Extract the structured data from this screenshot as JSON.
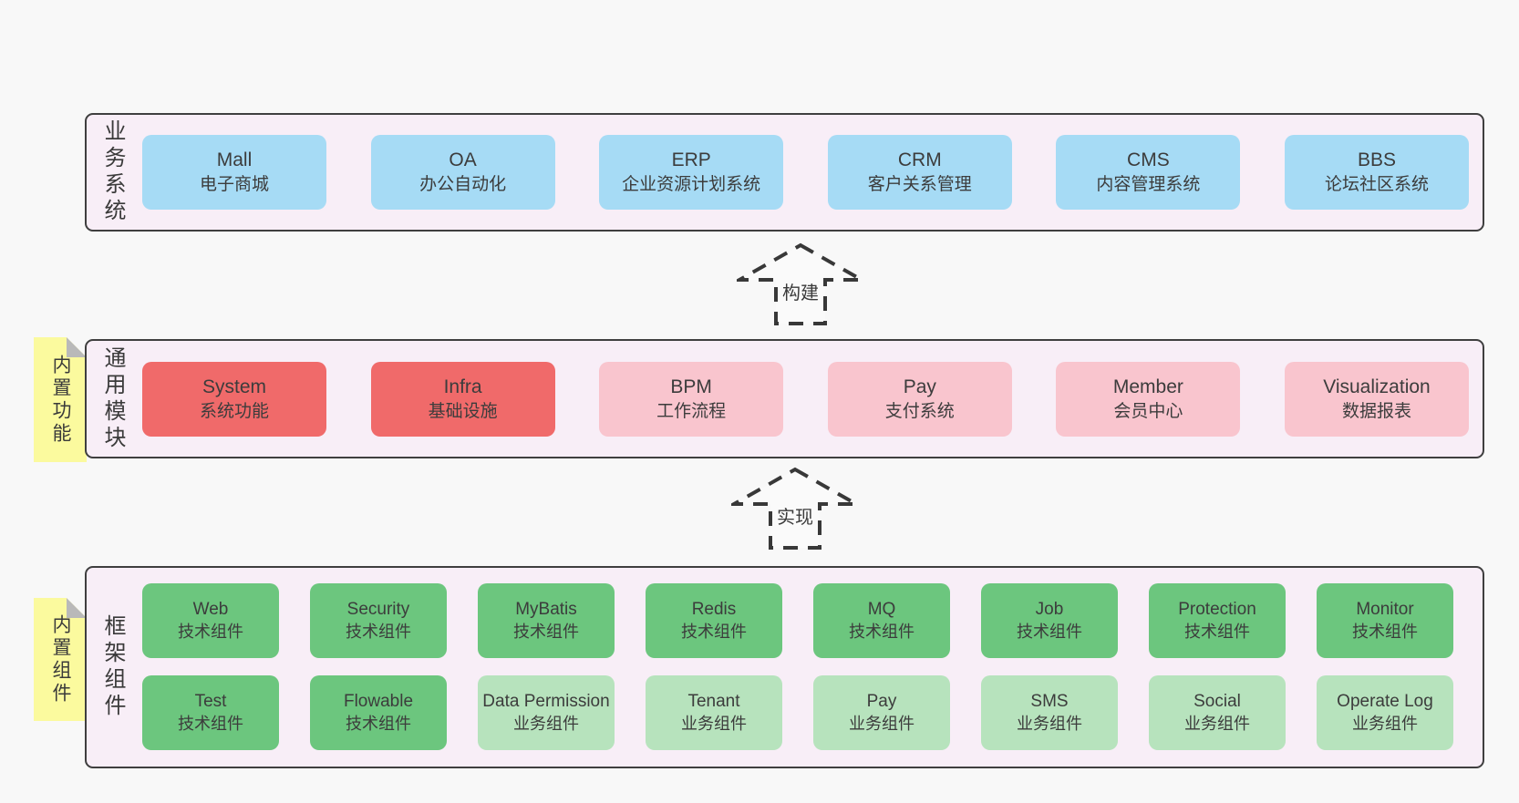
{
  "colors": {
    "page_bg": "#f8f8f8",
    "band_bg": "#f8eef7",
    "band_border": "#3f3f3f",
    "blue": "#a6dbf5",
    "red": "#f06a6a",
    "pink": "#f9c5ce",
    "green": "#6cc67e",
    "light_green": "#b7e3bd",
    "sticky_yellow": "#fbfa9e",
    "fold_gray": "#b9b9b9",
    "text": "#3c3c3c"
  },
  "bands": {
    "business": {
      "label": "业务系统",
      "boxes": [
        {
          "en": "Mall",
          "zh": "电子商城",
          "color": "blue"
        },
        {
          "en": "OA",
          "zh": "办公自动化",
          "color": "blue"
        },
        {
          "en": "ERP",
          "zh": "企业资源计划系统",
          "color": "blue"
        },
        {
          "en": "CRM",
          "zh": "客户关系管理",
          "color": "blue"
        },
        {
          "en": "CMS",
          "zh": "内容管理系统",
          "color": "blue"
        },
        {
          "en": "BBS",
          "zh": "论坛社区系统",
          "color": "blue"
        }
      ]
    },
    "modules": {
      "label": "通用模块",
      "tab": "内置功能",
      "boxes": [
        {
          "en": "System",
          "zh": "系统功能",
          "color": "red"
        },
        {
          "en": "Infra",
          "zh": "基础设施",
          "color": "red"
        },
        {
          "en": "BPM",
          "zh": "工作流程",
          "color": "pink"
        },
        {
          "en": "Pay",
          "zh": "支付系统",
          "color": "pink"
        },
        {
          "en": "Member",
          "zh": "会员中心",
          "color": "pink"
        },
        {
          "en": "Visualization",
          "zh": "数据报表",
          "color": "pink"
        }
      ]
    },
    "components": {
      "label": "框架组件",
      "tab": "内置组件",
      "row1": [
        {
          "en": "Web",
          "zh": "技术组件",
          "color": "green"
        },
        {
          "en": "Security",
          "zh": "技术组件",
          "color": "green"
        },
        {
          "en": "MyBatis",
          "zh": "技术组件",
          "color": "green"
        },
        {
          "en": "Redis",
          "zh": "技术组件",
          "color": "green"
        },
        {
          "en": "MQ",
          "zh": "技术组件",
          "color": "green"
        },
        {
          "en": "Job",
          "zh": "技术组件",
          "color": "green"
        },
        {
          "en": "Protection",
          "zh": "技术组件",
          "color": "green"
        },
        {
          "en": "Monitor",
          "zh": "技术组件",
          "color": "green"
        }
      ],
      "row2": [
        {
          "en": "Test",
          "zh": "技术组件",
          "color": "green"
        },
        {
          "en": "Flowable",
          "zh": "技术组件",
          "color": "green"
        },
        {
          "en": "Data Permission",
          "zh": "业务组件",
          "color": "lightgreen"
        },
        {
          "en": "Tenant",
          "zh": "业务组件",
          "color": "lightgreen"
        },
        {
          "en": "Pay",
          "zh": "业务组件",
          "color": "lightgreen"
        },
        {
          "en": "SMS",
          "zh": "业务组件",
          "color": "lightgreen"
        },
        {
          "en": "Social",
          "zh": "业务组件",
          "color": "lightgreen"
        },
        {
          "en": "Operate Log",
          "zh": "业务组件",
          "color": "lightgreen"
        }
      ]
    }
  },
  "arrows": {
    "build": {
      "label": "构建"
    },
    "implement": {
      "label": "实现"
    }
  }
}
